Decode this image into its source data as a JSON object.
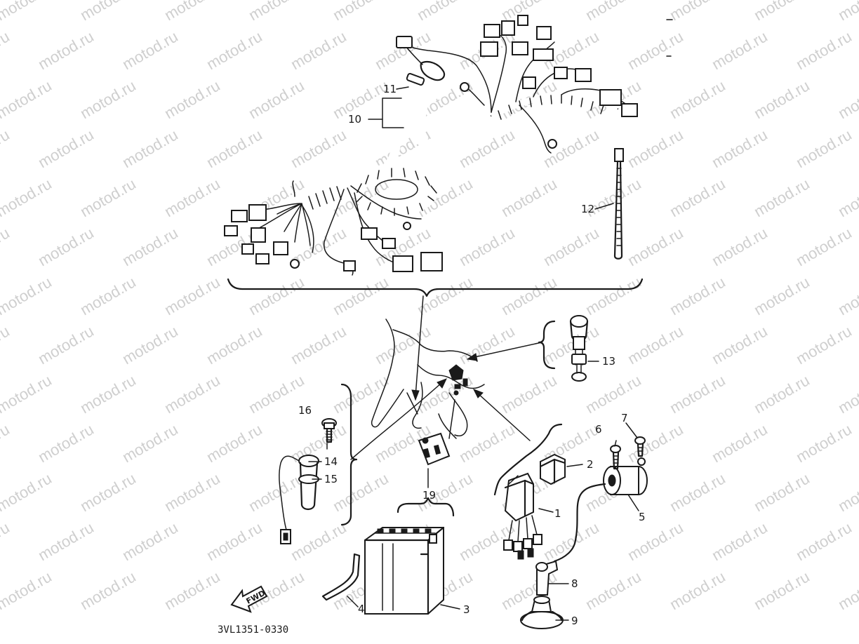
{
  "diagram": {
    "watermark": "motod.ru",
    "drawing_code": "3VL1351-0330",
    "fwd_label": "FWD",
    "callouts": [
      {
        "id": "c1",
        "label": "1"
      },
      {
        "id": "c2",
        "label": "2"
      },
      {
        "id": "c3",
        "label": "3"
      },
      {
        "id": "c4",
        "label": "4"
      },
      {
        "id": "c5",
        "label": "5"
      },
      {
        "id": "c6",
        "label": "6"
      },
      {
        "id": "c7",
        "label": "7"
      },
      {
        "id": "c8",
        "label": "8"
      },
      {
        "id": "c9",
        "label": "9"
      },
      {
        "id": "c10",
        "label": "10"
      },
      {
        "id": "c11",
        "label": "11"
      },
      {
        "id": "c12",
        "label": "12"
      },
      {
        "id": "c13",
        "label": "13"
      },
      {
        "id": "c14",
        "label": "14"
      },
      {
        "id": "c15",
        "label": "15"
      },
      {
        "id": "c16",
        "label": "16"
      },
      {
        "id": "c19",
        "label": "19"
      }
    ]
  }
}
